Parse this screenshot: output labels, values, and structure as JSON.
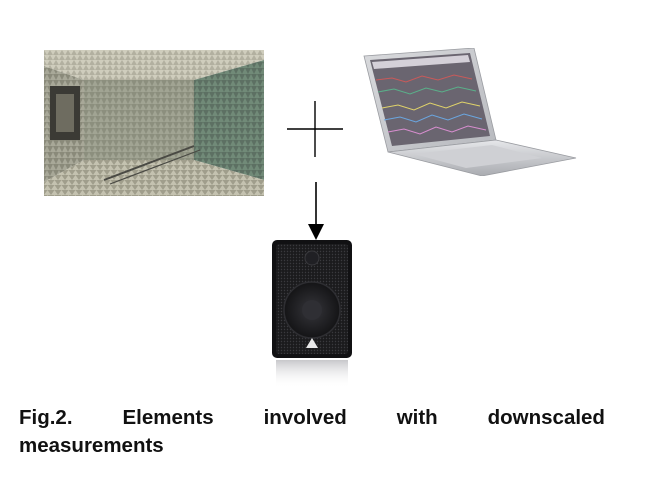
{
  "figure": {
    "images": {
      "chamber": "anechoic-chamber-photo",
      "laptop": "laptop-photo",
      "speaker": "loudspeaker-photo"
    },
    "symbols": {
      "plus": "plus-sign",
      "arrow": "down-arrow"
    }
  },
  "caption": {
    "words_line1": [
      "Fig.2.",
      "Elements",
      "involved",
      "with",
      "downscaled"
    ],
    "line2": "measurements"
  }
}
